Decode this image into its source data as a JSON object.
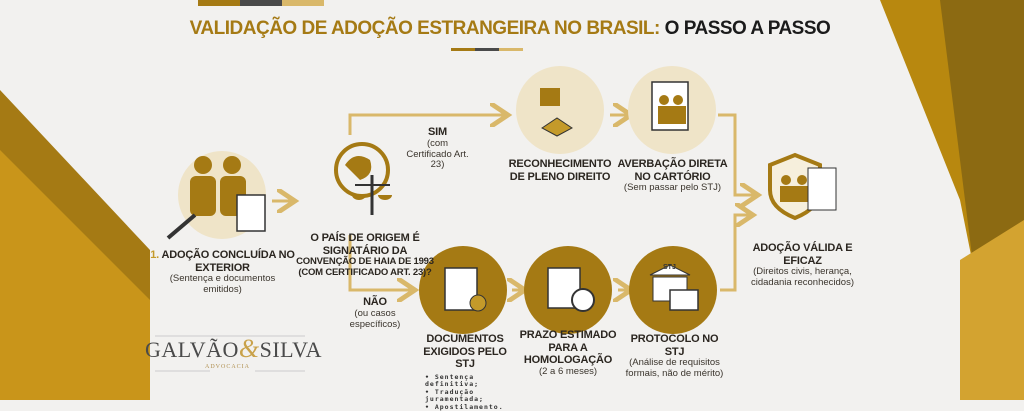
{
  "title": {
    "part1": "VALIDAÇÃO DE ADOÇÃO ESTRANGEIRA NO BRASIL:",
    "part2": "O PASSO A PASSO"
  },
  "colors": {
    "gold": "#a57a14",
    "light_gold": "#d9b86a",
    "dark": "#4a4a4a",
    "beige": "#efe4c8",
    "background": "#f2f1ef"
  },
  "steps": {
    "start": {
      "number": "1.",
      "title": "ADOÇÃO CONCLUÍDA NO EXTERIOR",
      "note": "(Sentença e documentos emitidos)",
      "icon": "family-gavel-document-icon"
    },
    "question": {
      "title_line1": "O PAÍS DE ORIGEM É SIGNATÁRIO DA",
      "title_line2": "CONVENÇÃO DE HAIA DE 1993 (COM CERTIFICADO ART. 23)?",
      "icon": "globe-scales-icon"
    },
    "yes": {
      "label": "SIM",
      "note": "(com Certificado Art. 23)"
    },
    "no": {
      "label": "NÃO",
      "note": "(ou casos específicos)"
    },
    "recognition": {
      "title": "RECONHECIMENTO DE PLENO DIREITO",
      "icon": "stamp-handshake-icon"
    },
    "registration": {
      "title": "AVERBAÇÃO DIRETA NO CARTÓRIO",
      "note": "(Sem passar pelo STJ)",
      "icon": "family-document-icon"
    },
    "documents": {
      "title": "DOCUMENTOS EXIGIDOS PELO STJ",
      "items": [
        "Sentença definitiva;",
        "Tradução juramentada;",
        "Apostilamento."
      ],
      "icon": "document-globe-check-icon"
    },
    "deadline": {
      "title": "PRAZO ESTIMADO PARA A HOMOLOGAÇÃO",
      "note": "(2 a 6 meses)",
      "icon": "checklist-clock-icon"
    },
    "protocol": {
      "title": "PROTOCOLO NO STJ",
      "note": "(Análise de requisitos formais, não de mérito)",
      "icon": "court-computer-icon",
      "icon_label": "STJ"
    },
    "result": {
      "title": "ADOÇÃO VÁLIDA E EFICAZ",
      "note": "(Direitos civis, herança, cidadania reconhecidos)",
      "icon": "shield-family-checklist-icon"
    }
  },
  "logo": {
    "name1": "GALVÃO",
    "amp": "&",
    "name2": "SILVA",
    "subtitle": "ADVOCACIA"
  }
}
